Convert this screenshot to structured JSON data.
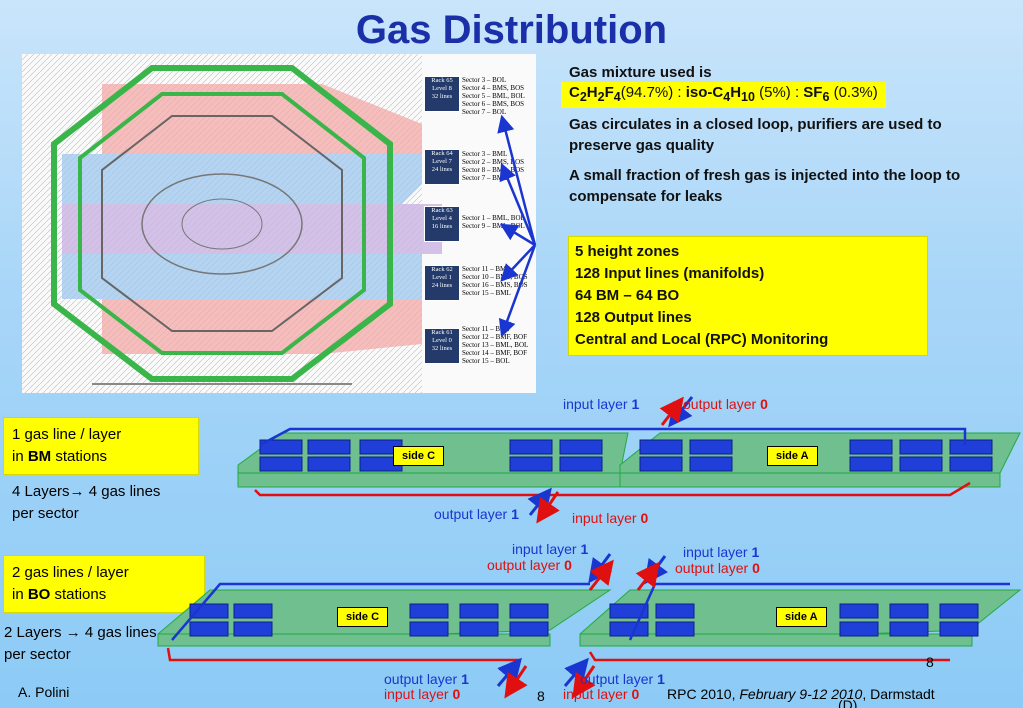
{
  "title": "Gas Distribution",
  "gas": {
    "heading": "Gas mixture used is",
    "formula": {
      "c2": "C",
      "c2_sub1": "2",
      "h2": "H",
      "h2_sub": "2",
      "f4": "F",
      "f4_sub": "4",
      "pct1": "(94.7%) : ",
      "iso": "iso-C",
      "iso_sub1": "4",
      "iso_h": "H",
      "iso_sub2": "10",
      "pct2": " (5%) : ",
      "sf": "SF",
      "sf_sub": "6",
      "pct3": " (0.3%)"
    },
    "circulates": "Gas circulates in a closed loop, purifiers are used to preserve gas quality",
    "fresh": "A small fraction of fresh gas is injected into the loop to compensate for leaks"
  },
  "summary_box": [
    "5 height zones",
    "128 Input lines (manifolds)",
    "64 BM – 64 BO",
    "128 Output lines",
    "Central and Local (RPC) Monitoring"
  ],
  "racks": [
    {
      "name": "Rack 65",
      "level": "Level 8",
      "lines": "32 lines",
      "sectors": [
        "Sector 3 – BOL",
        "Sector 4 – BMS, BOS",
        "Sector 5 – BML, BOL",
        "Sector 6 – BMS, BOS",
        "Sector 7 – BOL"
      ]
    },
    {
      "name": "Rack 64",
      "level": "Level 7",
      "lines": "24 lines",
      "sectors": [
        "Sector 3 – BML",
        "Sector 2 – BMS, BOS",
        "Sector 8 – BMS, BOS",
        "Sector 7 – BML"
      ]
    },
    {
      "name": "Rack 63",
      "level": "Level 4",
      "lines": "16 lines",
      "sectors": [
        "Sector 1 – BML, BOL",
        "Sector 9 – BML, BOL"
      ]
    },
    {
      "name": "Rack 62",
      "level": "Level 1",
      "lines": "24 lines",
      "sectors": [
        "Sector 11 – BML",
        "Sector 10 – BMS, BOS",
        "Sector 16 – BMS, BOS",
        "Sector 15 – BML"
      ]
    },
    {
      "name": "Rack 61",
      "level": "Level 0",
      "lines": "32 lines",
      "sectors": [
        "Sector 11 – BOL",
        "Sector 12 – BMF, BOF",
        "Sector 13 – BML, BOL",
        "Sector 14 – BMF, BOF",
        "Sector 15 – BOL"
      ]
    }
  ],
  "bm": {
    "box_line1": "1 gas line / layer",
    "box_in": "in ",
    "box_bold": "BM",
    "box_rest": " stations",
    "layers": "4 Layers",
    "layers_rest": " 4 gas lines per sector",
    "input_top": "input layer ",
    "input_top_n": "1",
    "output_top": "output layer ",
    "output_top_n": "0",
    "output_bottom": "output layer ",
    "output_bottom_n": "1",
    "input_bottom": "input layer ",
    "input_bottom_n": "0",
    "side_c": "side C",
    "side_a": "side A"
  },
  "bo": {
    "box_line1": "2 gas lines / layer",
    "box_in": "in ",
    "box_bold": "BO",
    "box_rest": " stations",
    "layers": "2 Layers",
    "layers_rest": " 4 gas lines per sector",
    "c_input_top": "input layer ",
    "c_input_top_n": "1",
    "c_output_top": "output layer ",
    "c_output_top_n": "0",
    "a_input_top": "input layer ",
    "a_input_top_n": "1",
    "a_output_top": "output layer ",
    "a_output_top_n": "0",
    "c_output_bottom": "output layer ",
    "c_output_bottom_n": "1",
    "c_input_bottom": "input layer ",
    "c_input_bottom_n": "0",
    "a_output_bottom": "output layer ",
    "a_output_bottom_n": "1",
    "a_input_bottom": "input layer ",
    "a_input_bottom_n": "0",
    "side_c": "side C",
    "side_a": "side A"
  },
  "footer": {
    "author": "A. Polini",
    "page_left": "8",
    "page_right": "8",
    "conf": "RPC 2010, ",
    "dates": "February 9-12 2010",
    "place": ", Darmstadt",
    "country": "(D)"
  },
  "colors": {
    "title": "#1a2fa8",
    "highlight": "#ffff00",
    "input_arrow": "#1a35d0",
    "output_arrow": "#e01010"
  },
  "icons": [
    "arrow-right-icon"
  ]
}
